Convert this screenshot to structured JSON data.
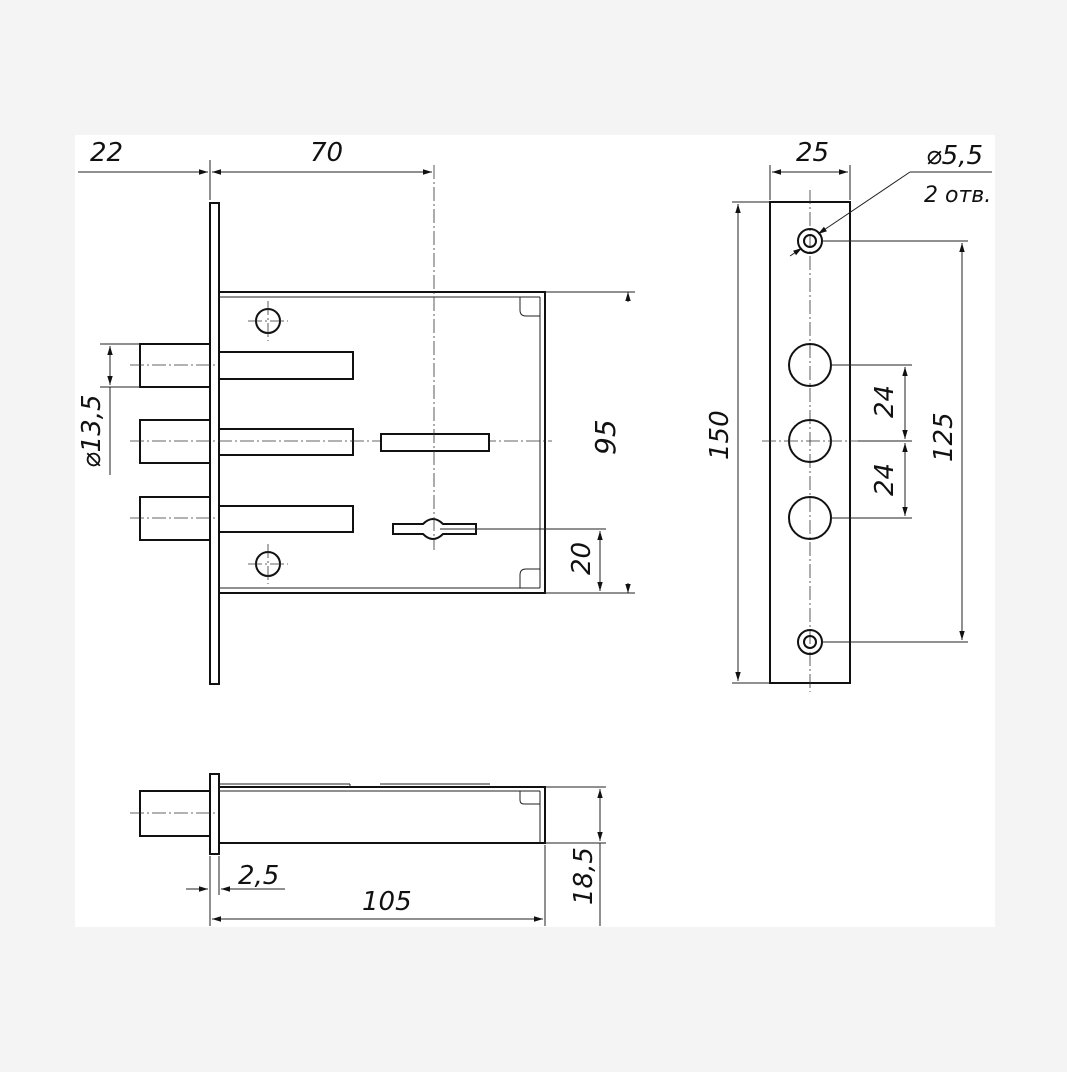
{
  "colors": {
    "line": "#111111",
    "paper": "#ffffff",
    "background": "#f4f4f4"
  },
  "dims": {
    "d22": "22",
    "d70": "70",
    "d25": "25",
    "d_hole": "⌀5,5",
    "d_hole_count": "2 отв.",
    "d_bolt": "⌀13,5",
    "d95": "95",
    "d20": "20",
    "d150": "150",
    "d125": "125",
    "d24a": "24",
    "d24b": "24",
    "d2_5": "2,5",
    "d105": "105",
    "d18_5": "18,5"
  }
}
